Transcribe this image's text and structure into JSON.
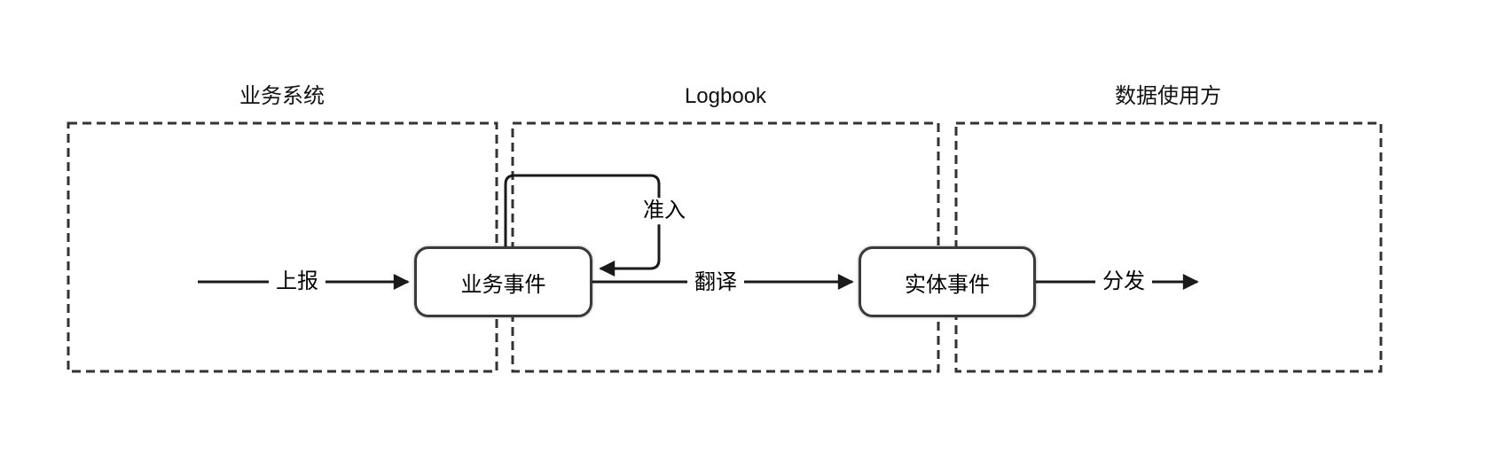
{
  "diagram": {
    "type": "flow-diagram",
    "containers": [
      {
        "id": "business-system",
        "title": "业务系统"
      },
      {
        "id": "logbook",
        "title": "Logbook"
      },
      {
        "id": "data-consumer",
        "title": "数据使用方"
      }
    ],
    "nodes": [
      {
        "id": "business-event",
        "label": "业务事件"
      },
      {
        "id": "entity-event",
        "label": "实体事件"
      }
    ],
    "edges": [
      {
        "id": "report",
        "label": "上报",
        "from": "business-system",
        "to": "business-event"
      },
      {
        "id": "admission",
        "label": "准入",
        "from": "business-event",
        "to": "business-event"
      },
      {
        "id": "translate",
        "label": "翻译",
        "from": "business-event",
        "to": "entity-event"
      },
      {
        "id": "distribute",
        "label": "分发",
        "from": "entity-event",
        "to": "data-consumer"
      }
    ],
    "colors": {
      "background": "#ffffff",
      "container_stroke": "#333333",
      "node_border": "#3a3a3a",
      "node_fill": "#ffffff",
      "edge_stroke": "#1a1a1a",
      "text": "#000000"
    }
  }
}
